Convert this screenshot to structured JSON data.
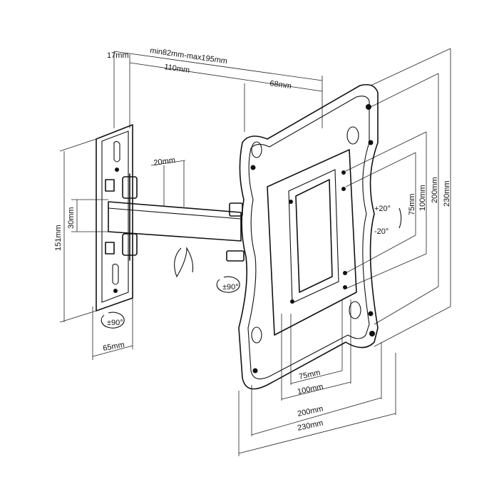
{
  "diagram": {
    "labels": {
      "top_range": "min82mm-max195mm",
      "wall_offset": "17mm",
      "arm_length": "110mm",
      "plate_depth": "68mm",
      "arm_width": "20mm",
      "arm_height": "30mm",
      "wall_height": "151mm",
      "wall_width": "65mm",
      "wall_rotate": "±90°",
      "swivel": "±90°",
      "tilt_up": "+20°",
      "tilt_down": "-20°",
      "vesa_v75": "75mm",
      "vesa_v100": "100mm",
      "vesa_v200": "200mm",
      "vesa_v230": "230mm",
      "vesa_h75": "75mm",
      "vesa_h100": "100mm",
      "vesa_h200": "200mm",
      "vesa_h230": "230mm"
    }
  }
}
